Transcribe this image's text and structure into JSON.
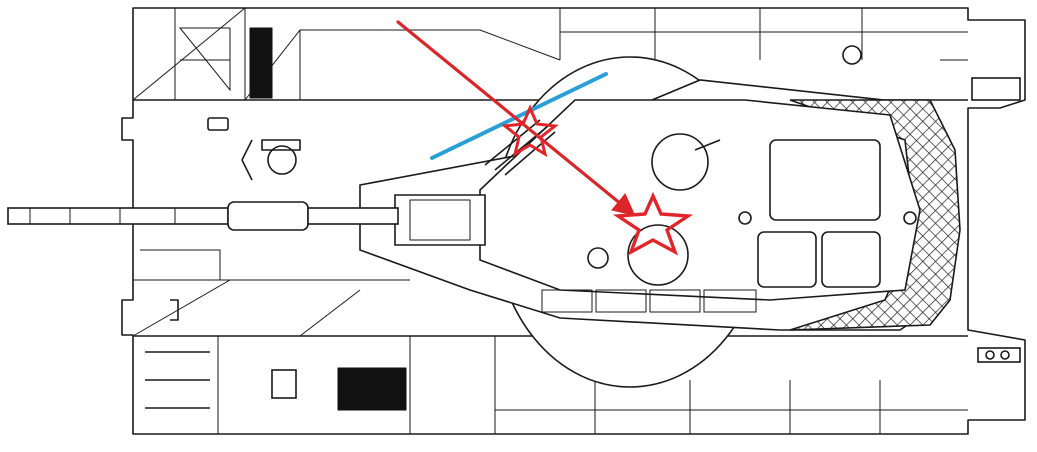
{
  "colors": {
    "line": "#1a1a1a",
    "background": "#ffffff",
    "trajectory": "#d9262b",
    "impact": "#e0262b",
    "deflection": "#2a9fd8"
  },
  "overlay": {
    "trajectory_arrow": "red-arrow",
    "impact_markers": [
      "red-star-outline",
      "red-star-outline"
    ],
    "deflection_line": "blue-line"
  }
}
